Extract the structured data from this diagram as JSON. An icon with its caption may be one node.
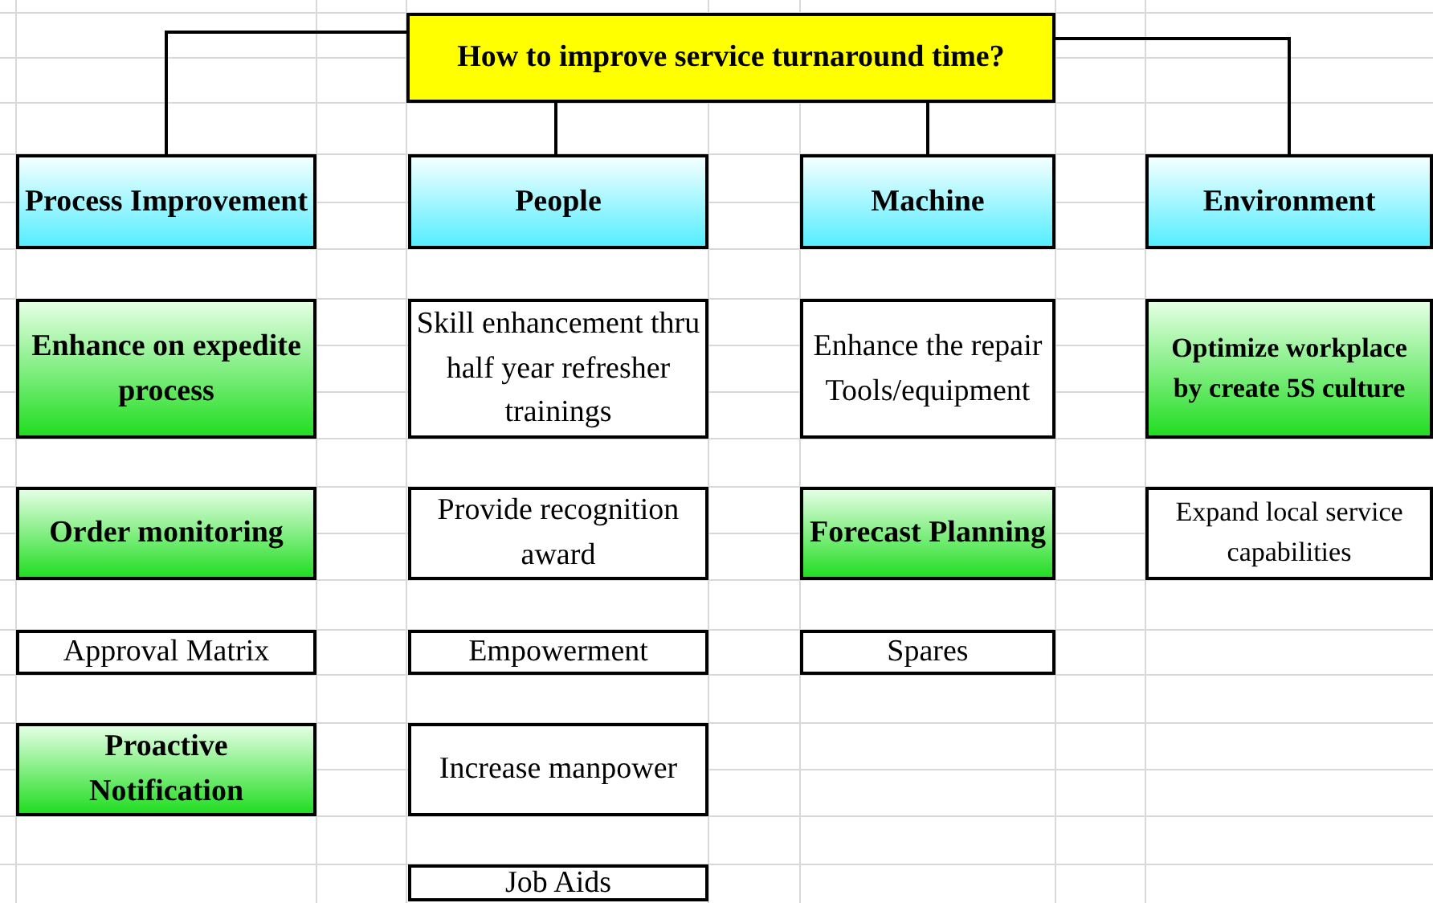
{
  "diagram": {
    "nodes": [
      {
        "text": [
          "How to improve service turnaround time?"
        ]
      },
      {
        "text": [
          "Process Improvement"
        ]
      },
      {
        "text": [
          "People"
        ]
      },
      {
        "text": [
          "Machine"
        ]
      },
      {
        "text": [
          "Environment"
        ]
      },
      {
        "text": [
          "Enhance on expedite process"
        ]
      },
      {
        "text": [
          "Skill enhancement thru half year refresher trainings"
        ]
      },
      {
        "text": [
          "Enhance the repair Tools/equipment"
        ]
      },
      {
        "text": [
          "Optimize workplace by create 5S culture"
        ]
      },
      {
        "text": [
          "Order monitoring"
        ]
      },
      {
        "text": [
          "Provide recognition award"
        ]
      },
      {
        "text": [
          "Forecast Planning"
        ]
      },
      {
        "text": [
          "Expand local service capabilities"
        ]
      },
      {
        "text": [
          "Approval Matrix"
        ]
      },
      {
        "text": [
          "Empowerment"
        ]
      },
      {
        "text": [
          "Spares"
        ]
      },
      {
        "text": [
          "Proactive Notification"
        ]
      },
      {
        "text": [
          "Increase manpower"
        ]
      },
      {
        "text": [
          "Job Aids"
        ]
      }
    ],
    "edges": [
      {
        "from": 0,
        "to": 1,
        "arrow": "none"
      },
      {
        "from": 0,
        "to": 2,
        "arrow": "none"
      },
      {
        "from": 0,
        "to": 3,
        "arrow": "none"
      },
      {
        "from": 0,
        "to": 4,
        "arrow": "none"
      }
    ]
  }
}
